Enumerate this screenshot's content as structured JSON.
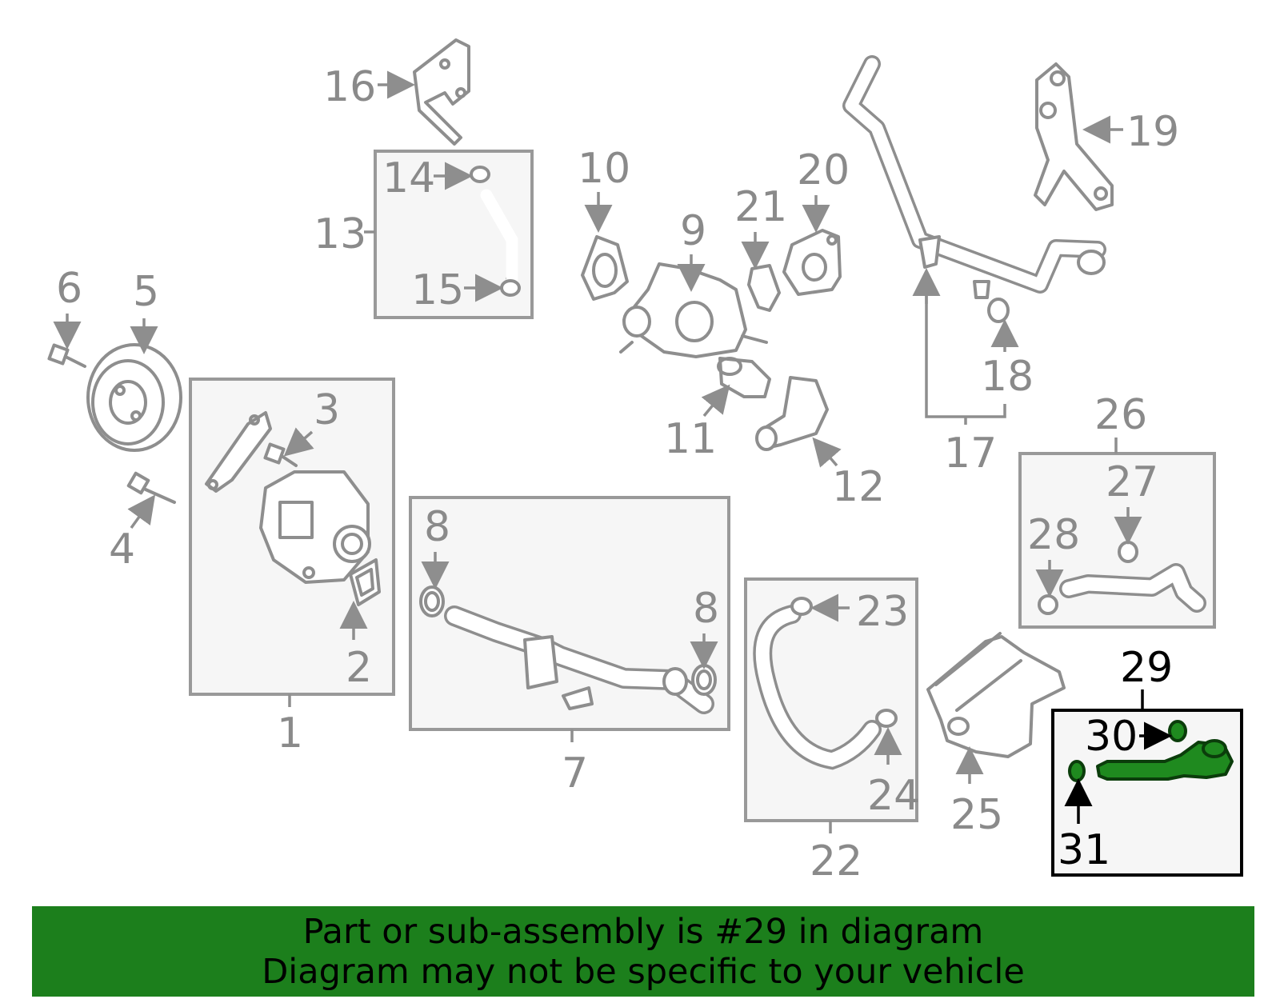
{
  "banner": {
    "line1": "Part or sub-assembly is #29 in diagram",
    "line2": "Diagram may not be specific to your vehicle"
  },
  "highlight_color": "#1c7f1c",
  "highlighted_part": "29",
  "labels": {
    "p1": "1",
    "p2": "2",
    "p3": "3",
    "p4": "4",
    "p5": "5",
    "p6": "6",
    "p7": "7",
    "p8a": "8",
    "p8b": "8",
    "p9": "9",
    "p10": "10",
    "p11": "11",
    "p12": "12",
    "p13": "13",
    "p14": "14",
    "p15": "15",
    "p16": "16",
    "p17": "17",
    "p18": "18",
    "p19": "19",
    "p20": "20",
    "p21": "21",
    "p22": "22",
    "p23": "23",
    "p24": "24",
    "p25": "25",
    "p26": "26",
    "p27": "27",
    "p28": "28",
    "p29": "29",
    "p30": "30",
    "p31": "31"
  }
}
